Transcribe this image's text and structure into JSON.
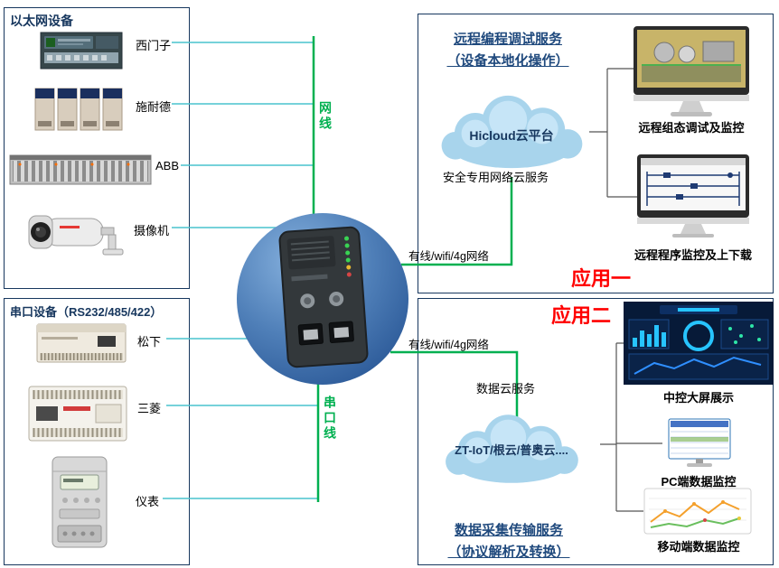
{
  "ethernet_box": {
    "title": "以太网设备",
    "devices": [
      {
        "label": "西门子"
      },
      {
        "label": "施耐德"
      },
      {
        "label": "ABB"
      },
      {
        "label": "摄像机"
      }
    ]
  },
  "serial_box": {
    "title": "串口设备（RS232/485/422）",
    "devices": [
      {
        "label": "松下"
      },
      {
        "label": "三菱"
      },
      {
        "label": "仪表"
      }
    ]
  },
  "cables": {
    "ethernet": "网线",
    "serial": "串口线"
  },
  "app1": {
    "badge": "应用一",
    "title_line1": "远程编程调试服务",
    "title_line2": "（设备本地化操作）",
    "cloud": "Hicloud云平台",
    "cloud_caption": "安全专用网络云服务",
    "link": "有线/wifi/4g网络",
    "items": [
      {
        "label": "远程组态调试及监控"
      },
      {
        "label": "远程程序监控及上下载"
      }
    ]
  },
  "app2": {
    "badge": "应用二",
    "link": "有线/wifi/4g网络",
    "cloud_caption": "数据云服务",
    "cloud": "ZT-IoT/根云/普奥云....",
    "items": [
      {
        "label": "中控大屏展示"
      },
      {
        "label": "PC端数据监控"
      },
      {
        "label": "移动端数据监控"
      }
    ],
    "title_line1": "数据采集传输服务",
    "title_line2": "（协议解析及转换）"
  },
  "colors": {
    "line_green": "#00b050",
    "line_cyan": "#49c3cd",
    "accent_navy": "#1f497d",
    "badge_red": "#ff0000",
    "cloud_fill": "#a8d4ec",
    "sphere_blue": "#3b6ca8"
  }
}
